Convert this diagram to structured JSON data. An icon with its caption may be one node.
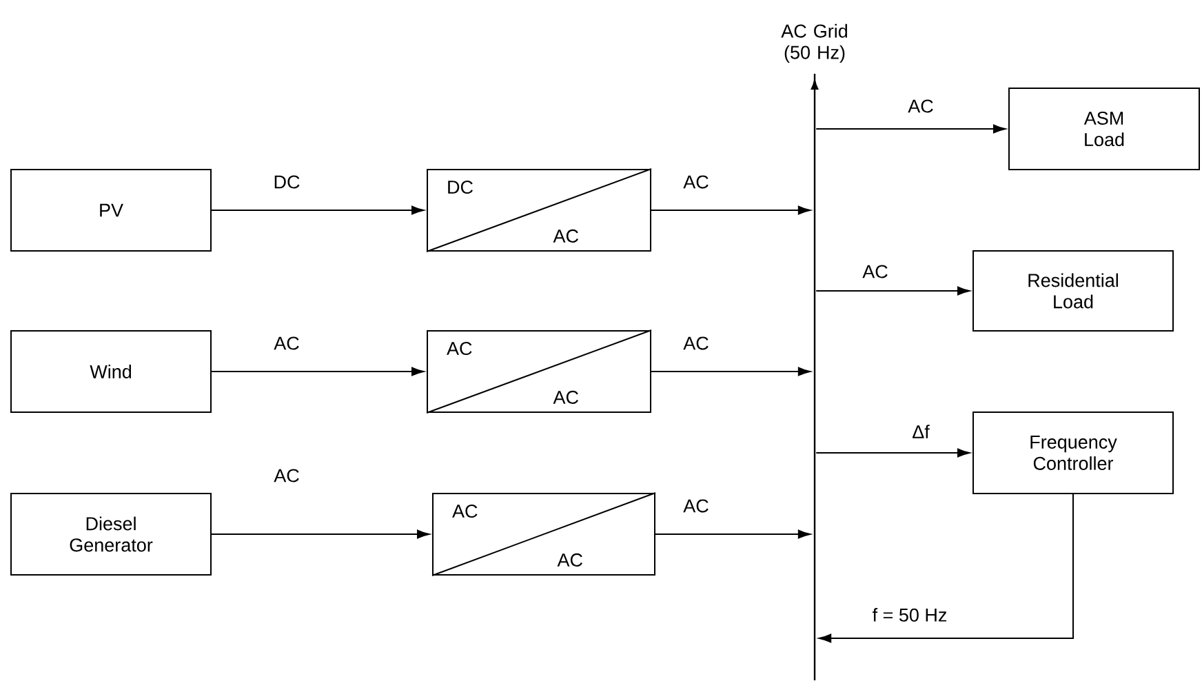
{
  "diagram": {
    "nodes": [
      {
        "text": [
          "PV"
        ]
      },
      {
        "text": [
          "Wind"
        ]
      },
      {
        "text": [
          "Diesel Generator"
        ]
      },
      {
        "text": [
          "DC",
          "AC"
        ]
      },
      {
        "text": [
          "AC",
          "AC"
        ]
      },
      {
        "text": [
          "AC",
          "AC"
        ]
      },
      {
        "text": [
          "AC Grid (50 Hz)"
        ]
      },
      {
        "text": [
          "ASM Load"
        ]
      },
      {
        "text": [
          "Residential Load"
        ]
      },
      {
        "text": [
          "Frequency Controller"
        ]
      }
    ],
    "edges": [
      {
        "from": 0,
        "to": 3,
        "arrow": "to",
        "label": "DC"
      },
      {
        "from": 1,
        "to": 4,
        "arrow": "to",
        "label": "AC"
      },
      {
        "from": 2,
        "to": 5,
        "arrow": "to",
        "label": "AC"
      },
      {
        "from": 3,
        "to": 6,
        "arrow": "to",
        "label": "AC"
      },
      {
        "from": 4,
        "to": 6,
        "arrow": "to",
        "label": "AC"
      },
      {
        "from": 5,
        "to": 6,
        "arrow": "to",
        "label": "AC"
      },
      {
        "from": 6,
        "to": 7,
        "arrow": "to",
        "label": "AC"
      },
      {
        "from": 6,
        "to": 8,
        "arrow": "to",
        "label": "AC"
      },
      {
        "from": 6,
        "to": 9,
        "arrow": "to",
        "label": "Δf"
      },
      {
        "from": 9,
        "to": 6,
        "arrow": "to",
        "label": "f = 50 Hz"
      }
    ]
  }
}
